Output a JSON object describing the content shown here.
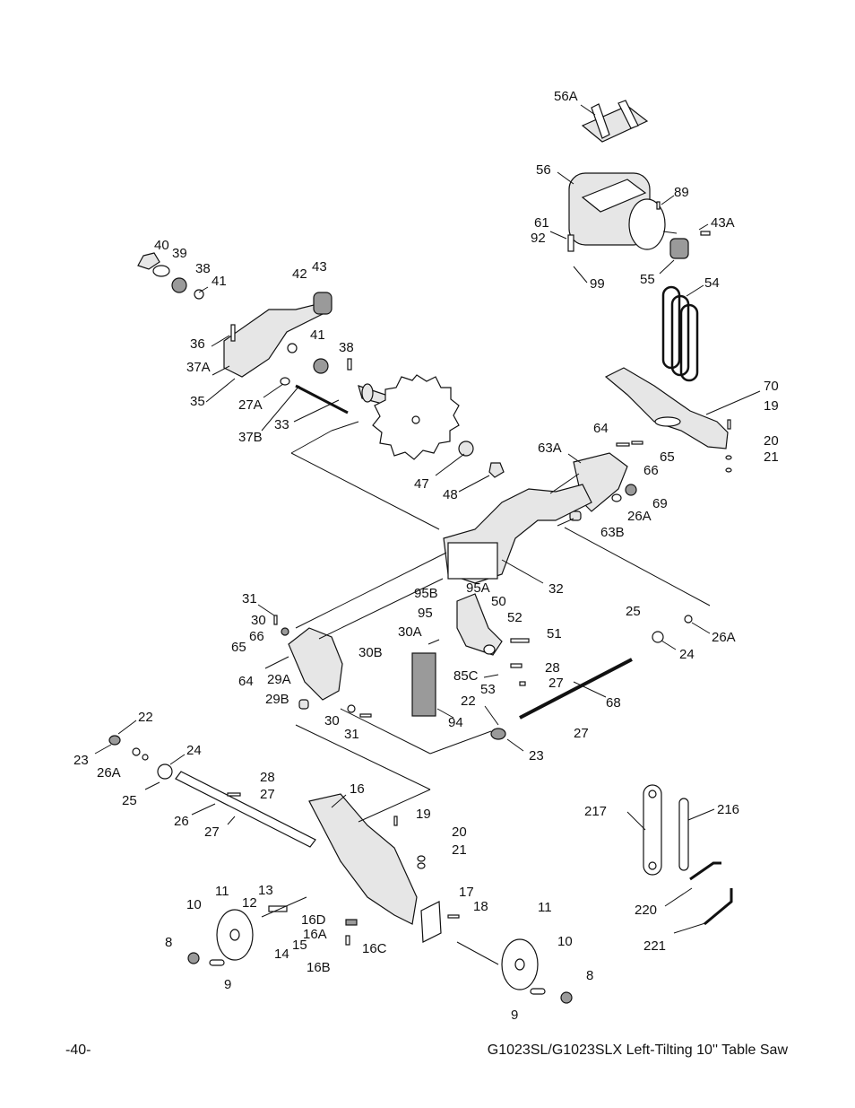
{
  "footer": {
    "page_number": "-40-",
    "title": "G1023SL/G1023SLX  Left-Tilting 10'' Table Saw"
  },
  "callouts": {
    "c56A": "56A",
    "c56": "56",
    "c89": "89",
    "c61": "61",
    "c92": "92",
    "c43A": "43A",
    "c99": "99",
    "c55": "55",
    "c54": "54",
    "c40": "40",
    "c39": "39",
    "c38a": "38",
    "c41a": "41",
    "c42": "42",
    "c43": "43",
    "c36": "36",
    "c37A": "37A",
    "c41b": "41",
    "c38b": "38",
    "c35": "35",
    "c27A": "27A",
    "c37B": "37B",
    "c33": "33",
    "c47": "47",
    "c48": "48",
    "c70": "70",
    "c19a": "19",
    "c20a": "20",
    "c21a": "21",
    "c64a": "64",
    "c63A": "63A",
    "c65a": "65",
    "c66a": "66",
    "c69": "69",
    "c26Aa": "26A",
    "c63B": "63B",
    "c32": "32",
    "c95B": "95B",
    "c95A": "95A",
    "c50": "50",
    "c95": "95",
    "c52": "52",
    "c51": "51",
    "c31a": "31",
    "c30a": "30",
    "c66b": "66",
    "c65b": "65",
    "c64b": "64",
    "c29A": "29A",
    "c29B": "29B",
    "c30B": "30B",
    "c30A": "30A",
    "c85C": "85C",
    "c53": "53",
    "c28a": "28",
    "c27a": "27",
    "c68": "68",
    "c22a": "22",
    "c27b": "27",
    "c30b": "30",
    "c31b": "31",
    "c94": "94",
    "c23a": "23",
    "c25a": "25",
    "c24a": "24",
    "c26Ab": "26A",
    "c22b": "22",
    "c23b": "23",
    "c26Ac": "26A",
    "c24b": "24",
    "c25b": "25",
    "c26": "26",
    "c28b": "28",
    "c27c": "27",
    "c27d": "27",
    "c16": "16",
    "c19b": "19",
    "c20b": "20",
    "c21b": "21",
    "c11a": "11",
    "c13": "13",
    "c10a": "10",
    "c12": "12",
    "c16D": "16D",
    "c16A": "16A",
    "c8a": "8",
    "c15": "15",
    "c14": "14",
    "c16C": "16C",
    "c16B": "16B",
    "c9a": "9",
    "c17": "17",
    "c18": "18",
    "c11b": "11",
    "c10b": "10",
    "c8b": "8",
    "c9b": "9",
    "c217": "217",
    "c216": "216",
    "c220": "220",
    "c221": "221"
  }
}
